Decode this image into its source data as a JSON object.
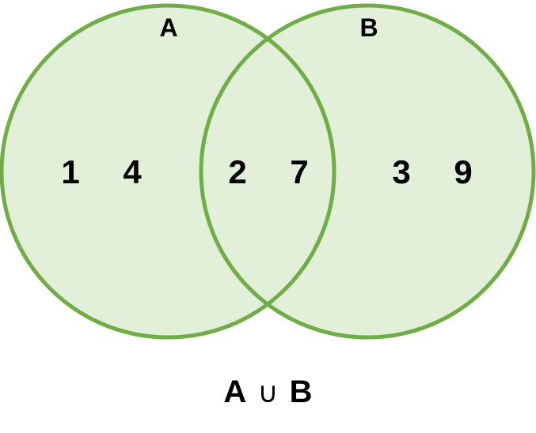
{
  "diagram": {
    "sets": [
      {
        "label": "A",
        "only_elements": [
          "1",
          "4"
        ]
      },
      {
        "label": "B",
        "only_elements": [
          "3",
          "9"
        ]
      }
    ],
    "intersection_elements": [
      "2",
      "7"
    ],
    "caption": {
      "left": "A",
      "operator": "∪",
      "right": "B"
    }
  },
  "colors": {
    "fill": "#e2efd9",
    "stroke": "#70ad47",
    "text": "#000000"
  }
}
